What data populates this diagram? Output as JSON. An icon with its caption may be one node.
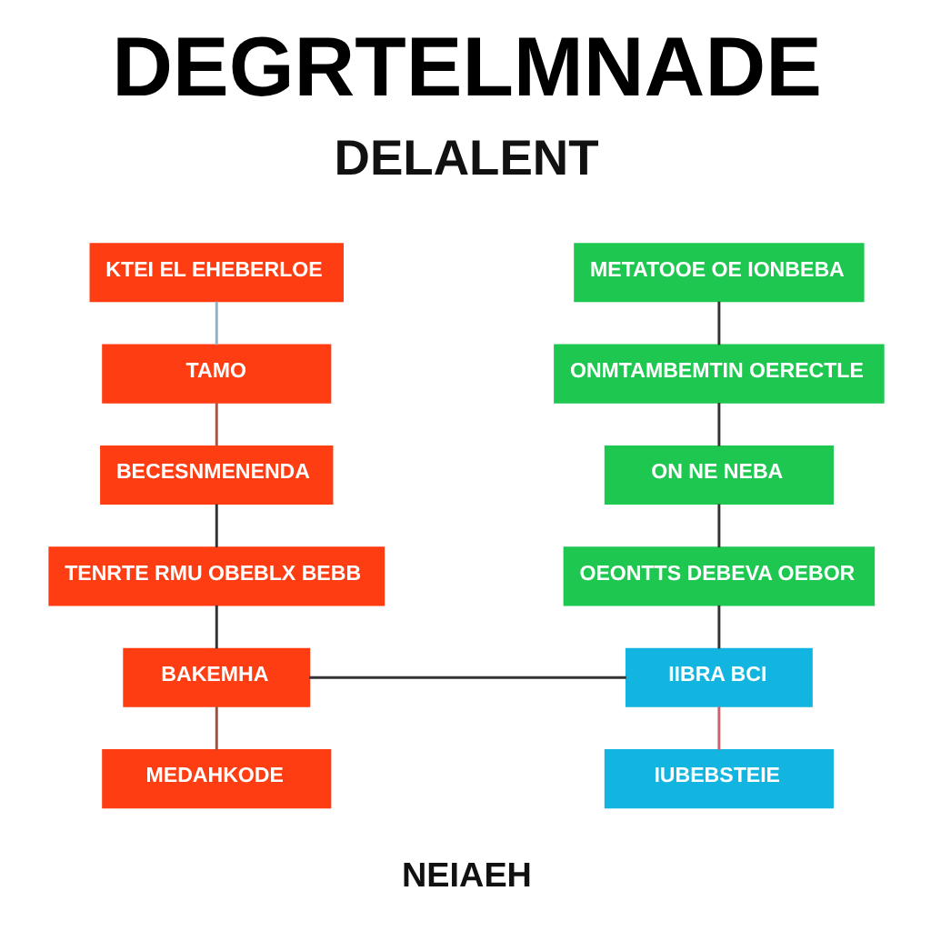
{
  "diagram": {
    "title": "DEGRTELMNADE",
    "caption": "NEIAEH",
    "nodes": [
      {
        "text": [
          "KTEI EL EHEBERLOE"
        ]
      },
      {
        "text": [
          "TAMO"
        ]
      },
      {
        "text": [
          "BECESNMENENDA"
        ]
      },
      {
        "text": [
          "TENRTE RMU OBEBLX BEBB"
        ]
      },
      {
        "text": [
          "BAKEMHA"
        ]
      },
      {
        "text": [
          "MEDAHKODE"
        ]
      },
      {
        "text": [
          "METATOOE OE IONBEBA"
        ]
      },
      {
        "text": [
          "ONMTAMBEMTIN OERECTLE"
        ]
      },
      {
        "text": [
          "ON NE NEBA"
        ]
      },
      {
        "text": [
          "OEONTTS DEBEVA OEBOR"
        ]
      },
      {
        "text": [
          "IIBRA BCI"
        ]
      },
      {
        "text": [
          "IUBEBSTEIE"
        ]
      }
    ],
    "edges": [
      {
        "from": 0,
        "to": 1,
        "arrow": "none",
        "color": "#8fb3c4"
      },
      {
        "from": 1,
        "to": 2,
        "arrow": "none",
        "color": "#b4523f"
      },
      {
        "from": 2,
        "to": 3,
        "arrow": "none"
      },
      {
        "from": 3,
        "to": 4,
        "arrow": "none"
      },
      {
        "from": 4,
        "to": 5,
        "arrow": "none",
        "color": "#a0503c"
      },
      {
        "from": 6,
        "to": 7,
        "arrow": "none"
      },
      {
        "from": 7,
        "to": 8,
        "arrow": "none"
      },
      {
        "from": 8,
        "to": 9,
        "arrow": "none"
      },
      {
        "from": 9,
        "to": 10,
        "arrow": "none"
      },
      {
        "from": 10,
        "to": 11,
        "arrow": "none",
        "color": "#d0606a"
      },
      {
        "from": 4,
        "to": 10,
        "arrow": "none"
      }
    ],
    "labels": [
      "DELALENT"
    ]
  }
}
